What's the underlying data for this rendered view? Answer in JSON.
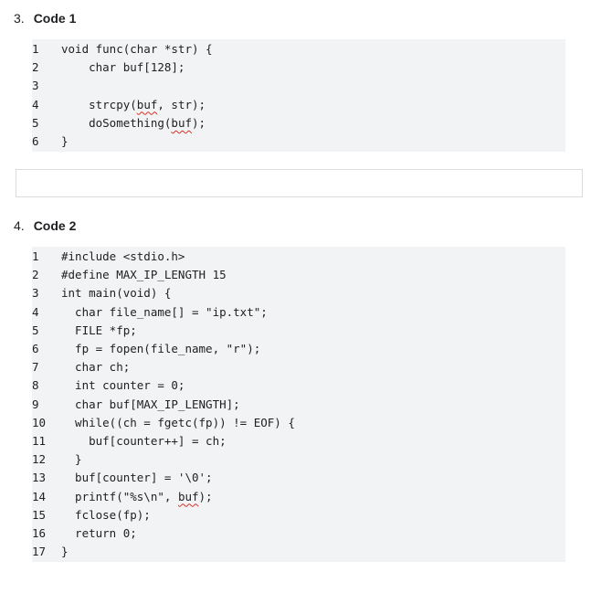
{
  "questions": [
    {
      "number": "3.",
      "title": "Code 1",
      "answer_value": "",
      "lines": [
        {
          "n": "1",
          "code": "void func(char *str) {"
        },
        {
          "n": "2",
          "code": "    char buf[128];"
        },
        {
          "n": "3",
          "code": ""
        },
        {
          "n": "4",
          "code": "    strcpy(buf, str);",
          "squiggle": "buf"
        },
        {
          "n": "5",
          "code": "    doSomething(buf);",
          "squiggle": "buf"
        },
        {
          "n": "6",
          "code": "}"
        }
      ]
    },
    {
      "number": "4.",
      "title": "Code 2",
      "lines": [
        {
          "n": "1",
          "code": "#include <stdio.h>"
        },
        {
          "n": "2",
          "code": "#define MAX_IP_LENGTH 15"
        },
        {
          "n": "3",
          "code": "int main(void) {"
        },
        {
          "n": "4",
          "code": "  char file_name[] = \"ip.txt\";"
        },
        {
          "n": "5",
          "code": "  FILE *fp;"
        },
        {
          "n": "6",
          "code": "  fp = fopen(file_name, \"r\");"
        },
        {
          "n": "7",
          "code": "  char ch;"
        },
        {
          "n": "8",
          "code": "  int counter = 0;"
        },
        {
          "n": "9",
          "code": "  char buf[MAX_IP_LENGTH];"
        },
        {
          "n": "10",
          "code": "  while((ch = fgetc(fp)) != EOF) {"
        },
        {
          "n": "11",
          "code": "    buf[counter++] = ch;"
        },
        {
          "n": "12",
          "code": "  }"
        },
        {
          "n": "13",
          "code": "  buf[counter] = '\\0';"
        },
        {
          "n": "14",
          "code": "  printf(\"%s\\n\", buf);",
          "squiggle": "buf"
        },
        {
          "n": "15",
          "code": "  fclose(fp);"
        },
        {
          "n": "16",
          "code": "  return 0;"
        },
        {
          "n": "17",
          "code": "}"
        }
      ]
    }
  ]
}
